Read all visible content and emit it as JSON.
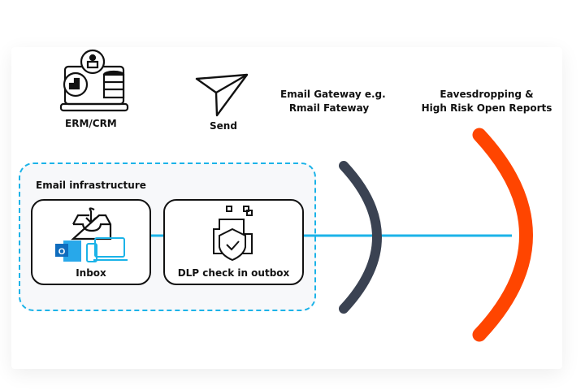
{
  "labels": {
    "erm": "ERM/CRM",
    "send": "Send",
    "gateway_line1": "Email Gateway e.g.",
    "gateway_line2": "Rmail Fateway",
    "eaves_line1": "Eavesdropping &",
    "eaves_line2": "High Risk Open Reports",
    "infra": "Email infrastructure",
    "inbox": "Inbox",
    "dlp": "DLP check in outbox",
    "outlook_letter": "O"
  },
  "colors": {
    "connector": "#1bb3e8",
    "gateway_arc": "#3a4252",
    "risk_arc": "#ff4500",
    "outlook": "#0f6cbd"
  }
}
